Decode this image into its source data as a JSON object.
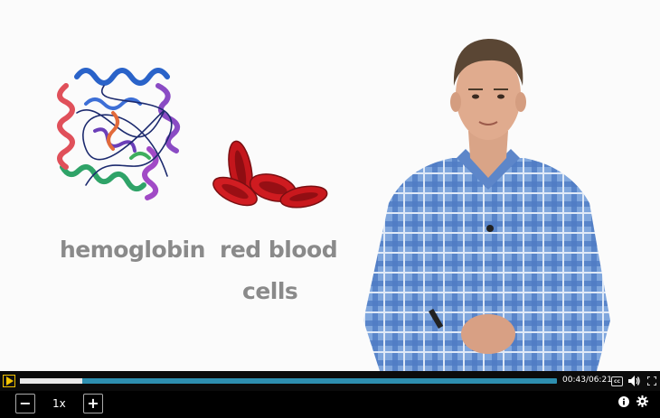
{
  "video": {
    "labels": {
      "hemoglobin": "hemoglobin",
      "rbc_line1": "red blood",
      "rbc_line2": "cells"
    }
  },
  "player": {
    "progress_fraction": 0.116,
    "current_time": "00:43",
    "separator": "/",
    "duration": "06:21",
    "cc_label": "cc",
    "speed": "1x",
    "speed_down_label": "−",
    "speed_up_label": "+",
    "colors": {
      "accent": "#f2c200",
      "track": "#2e8fb0",
      "played": "#e9e9e9"
    },
    "icons": [
      "play-icon",
      "closed-captions-icon",
      "volume-icon",
      "fullscreen-icon",
      "info-icon",
      "gear-icon"
    ]
  }
}
